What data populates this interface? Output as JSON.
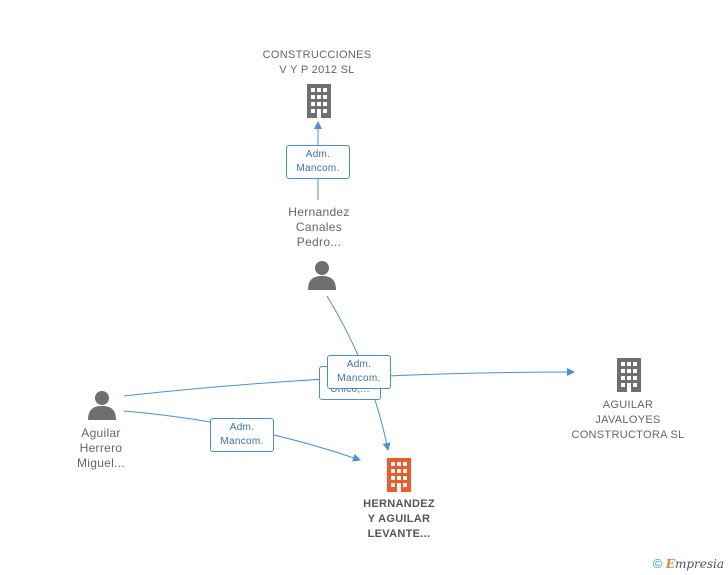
{
  "nodes": {
    "construcciones": {
      "line1": "CONSTRUCCIONES",
      "line2": "V Y P 2012 SL",
      "icon": "building-icon",
      "color": "#6f6f6f"
    },
    "hernandez_canales": {
      "line1": "Hernandez",
      "line2": "Canales",
      "line3": "Pedro...",
      "icon": "person-icon",
      "color": "#6f6f6f"
    },
    "aguilar_javaloyes": {
      "line1": "AGUILAR",
      "line2": "JAVALOYES",
      "line3": "CONSTRUCTORA SL",
      "icon": "building-icon",
      "color": "#6f6f6f"
    },
    "aguilar_herrero": {
      "line1": "Aguilar",
      "line2": "Herrero",
      "line3": "Miguel...",
      "icon": "person-icon",
      "color": "#6f6f6f"
    },
    "hernandez_aguilar": {
      "line1": "HERNANDEZ",
      "line2": "Y AGUILAR",
      "line3": "LEVANTE...",
      "icon": "building-icon",
      "color": "#f05a28"
    }
  },
  "edges": {
    "top": {
      "line1": "Adm.",
      "line2": "Mancom."
    },
    "middle_front": {
      "line1": "Adm.",
      "line2": "Mancom."
    },
    "middle_back": {
      "line1": "Unico,..."
    },
    "bottom": {
      "line1": "Adm.",
      "line2": "Mancom."
    },
    "color": "#4a90d9"
  },
  "footer": {
    "copyright": "©",
    "brand_initial": "E",
    "brand_rest": "mpresia"
  }
}
